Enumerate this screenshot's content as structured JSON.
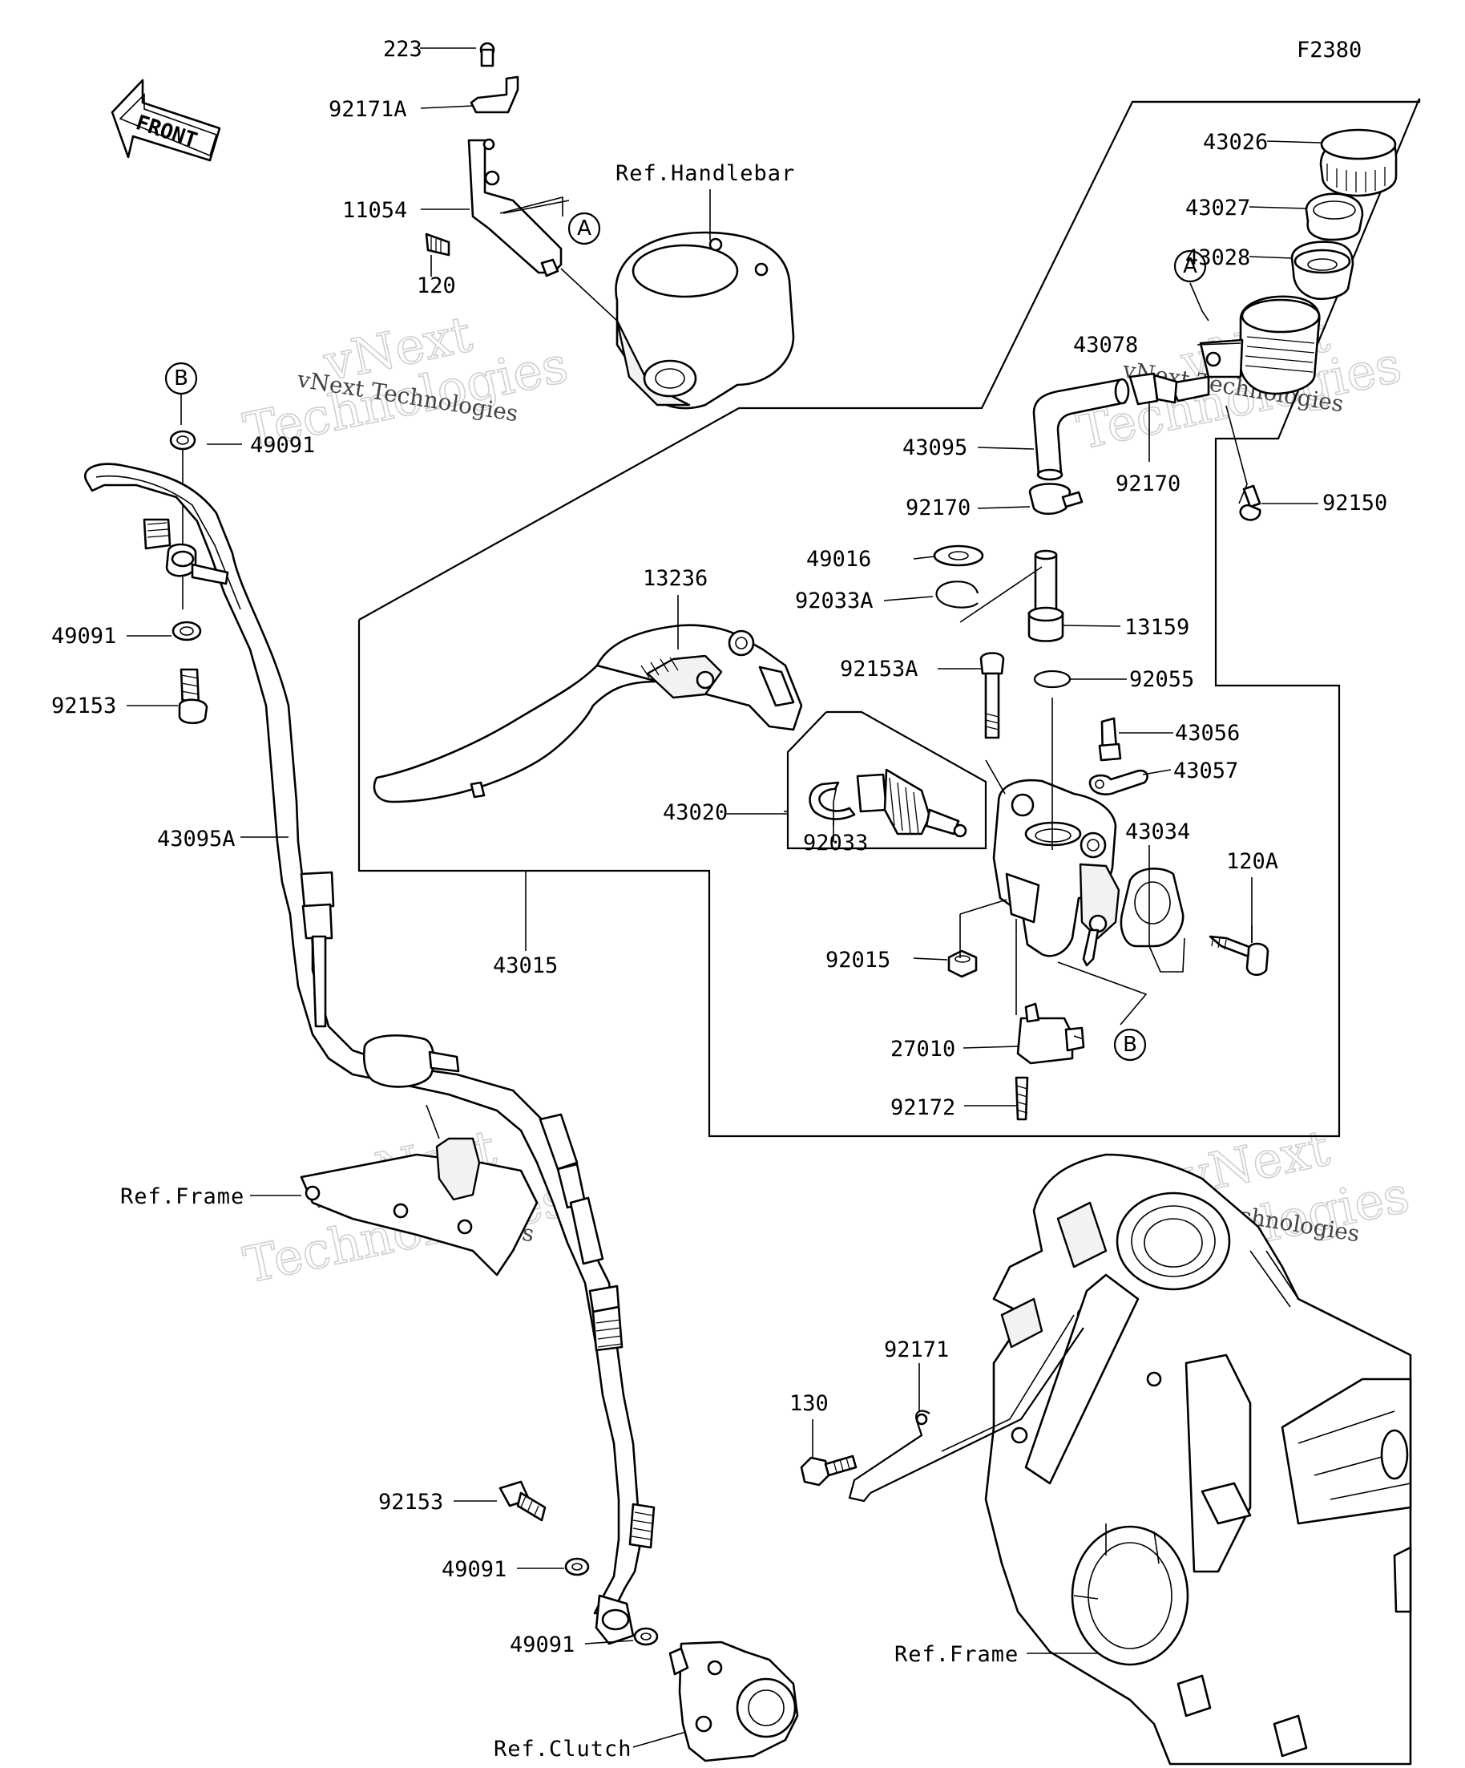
{
  "diagram_code": "F2380",
  "front_label": "FRONT",
  "watermark": {
    "small": "vNext Technologies",
    "large_line1": "vNext",
    "large_line2": "Technologies"
  },
  "callouts": {
    "A": "A",
    "B": "B"
  },
  "labels": {
    "p223": "223",
    "p92171A": "92171A",
    "p11054": "11054",
    "p120": "120",
    "ref_handlebar": "Ref.Handlebar",
    "p43026": "43026",
    "p43027": "43027",
    "p43028": "43028",
    "p43078": "43078",
    "p43095": "43095",
    "p92170a": "92170",
    "p92170b": "92170",
    "p92150": "92150",
    "p49016": "49016",
    "p92033A": "92033A",
    "p13159": "13159",
    "p13236": "13236",
    "p92153A": "92153A",
    "p92055": "92055",
    "p43056": "43056",
    "p43057": "43057",
    "p43020": "43020",
    "p92033": "92033",
    "p43034": "43034",
    "p120A": "120A",
    "p92015": "92015",
    "p27010": "27010",
    "p92172": "92172",
    "p43015": "43015",
    "p49091a": "49091",
    "p49091b": "49091",
    "p92153a": "92153",
    "p43095A": "43095A",
    "ref_frame1": "Ref.Frame",
    "p92171": "92171",
    "p130": "130",
    "p92153b": "92153",
    "p49091c": "49091",
    "p49091d": "49091",
    "ref_frame2": "Ref.Frame",
    "ref_clutch": "Ref.Clutch"
  }
}
